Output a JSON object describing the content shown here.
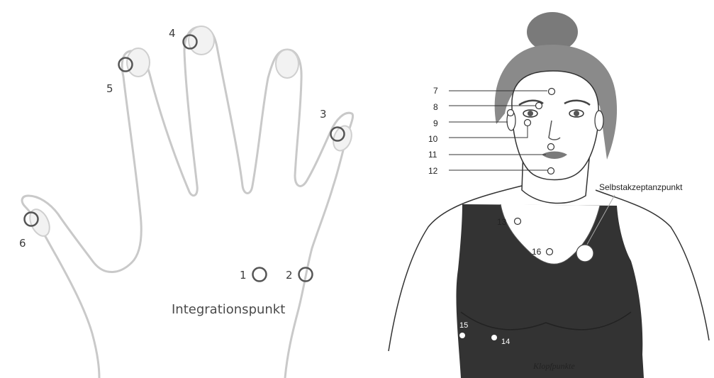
{
  "hand": {
    "point_labels": {
      "p1": "1",
      "p2": "2",
      "p3": "3",
      "p4": "4",
      "p5": "5",
      "p6": "6"
    },
    "integration_label": "Integrationspunkt"
  },
  "face": {
    "point_labels": {
      "p7": "7",
      "p8": "8",
      "p9": "9",
      "p10": "10",
      "p11": "11",
      "p12": "12",
      "p13": "13",
      "p14": "14",
      "p15": "15",
      "p16": "16"
    },
    "self_acceptance_label": "Selbstakzeptanzpunkt",
    "caption": "Klopfpunkte"
  }
}
